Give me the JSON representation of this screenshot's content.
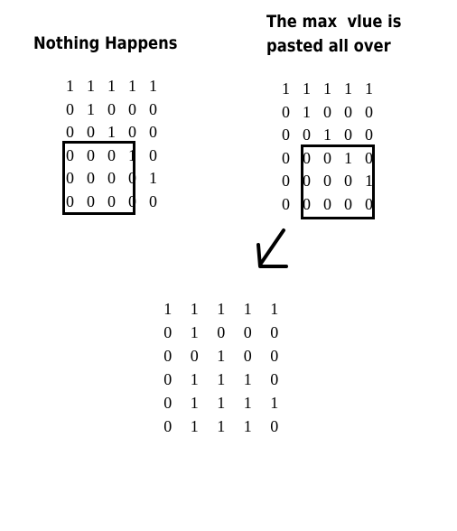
{
  "left_panel": {
    "title": "Nothing Happens",
    "grid": [
      [
        "1",
        "1",
        "1",
        "1",
        "1"
      ],
      [
        "0",
        "1",
        "0",
        "0",
        "0"
      ],
      [
        "0",
        "0",
        "1",
        "0",
        "0"
      ],
      [
        "0",
        "0",
        "0",
        "1",
        "0"
      ],
      [
        "0",
        "0",
        "0",
        "0",
        "1"
      ],
      [
        "0",
        "0",
        "0",
        "0",
        "0"
      ]
    ]
  },
  "right_panel": {
    "title_line1": "The max  vlue is",
    "title_line2": "pasted all over",
    "grid": [
      [
        "1",
        "1",
        "1",
        "1",
        "1"
      ],
      [
        "0",
        "1",
        "0",
        "0",
        "0"
      ],
      [
        "0",
        "0",
        "1",
        "0",
        "0"
      ],
      [
        "0",
        "0",
        "0",
        "1",
        "0"
      ],
      [
        "0",
        "0",
        "0",
        "0",
        "1"
      ],
      [
        "0",
        "0",
        "0",
        "0",
        "0"
      ]
    ]
  },
  "result_panel": {
    "grid": [
      [
        "1",
        "1",
        "1",
        "1",
        "1"
      ],
      [
        "0",
        "1",
        "0",
        "0",
        "0"
      ],
      [
        "0",
        "0",
        "1",
        "0",
        "0"
      ],
      [
        "0",
        "1",
        "1",
        "1",
        "0"
      ],
      [
        "0",
        "1",
        "1",
        "1",
        "1"
      ],
      [
        "0",
        "1",
        "1",
        "1",
        "0"
      ]
    ]
  },
  "icons": {
    "arrow": "arrow-down-left-icon"
  }
}
